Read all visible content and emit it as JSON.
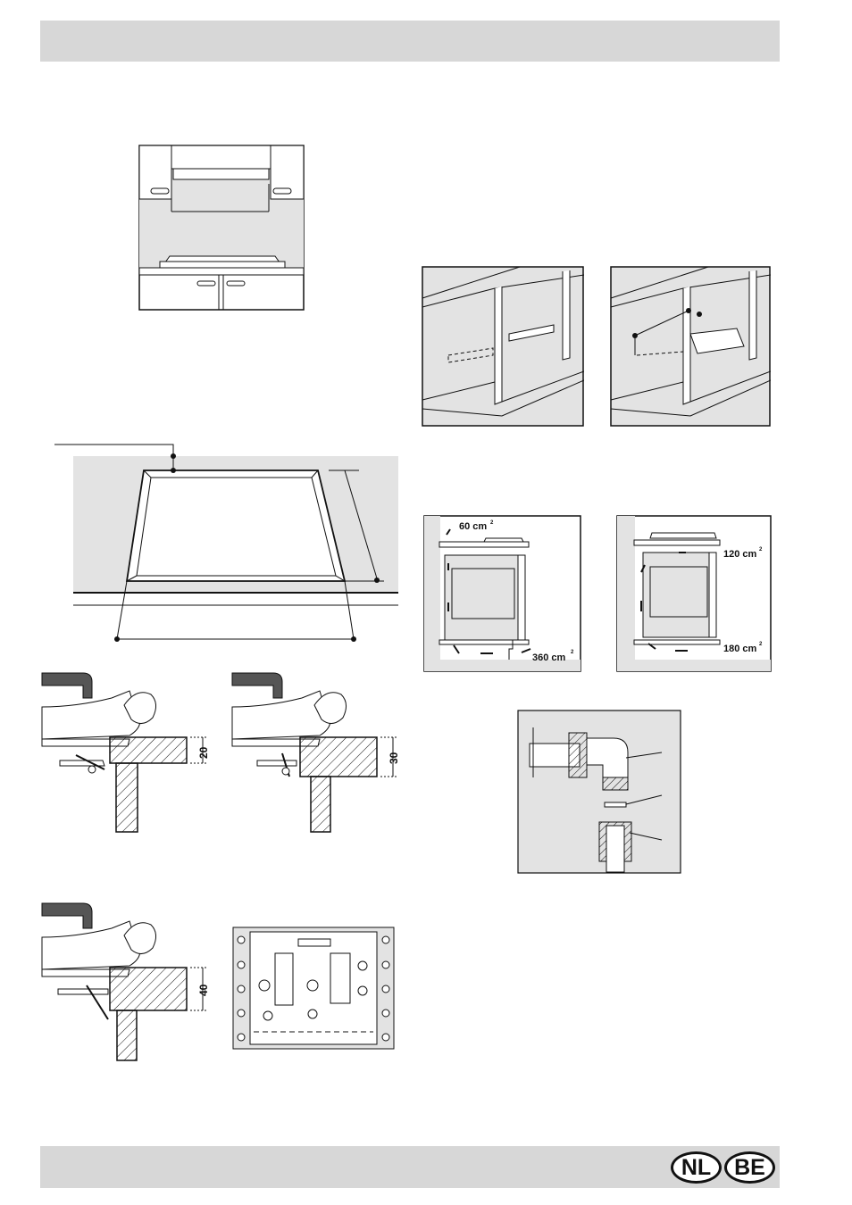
{
  "badges": {
    "nl": "NL",
    "be": "BE"
  },
  "labels": {
    "vent_top_left": "60 cm",
    "vent_bottom_left": "360 cm",
    "vent_top_right": "120 cm",
    "vent_bottom_right": "180 cm",
    "sup2": "2",
    "depth_20": "20",
    "depth_30": "30",
    "depth_40": "40"
  },
  "colors": {
    "band": "#d7d7d7",
    "panel": "#e3e3e3",
    "ink": "#111111"
  }
}
